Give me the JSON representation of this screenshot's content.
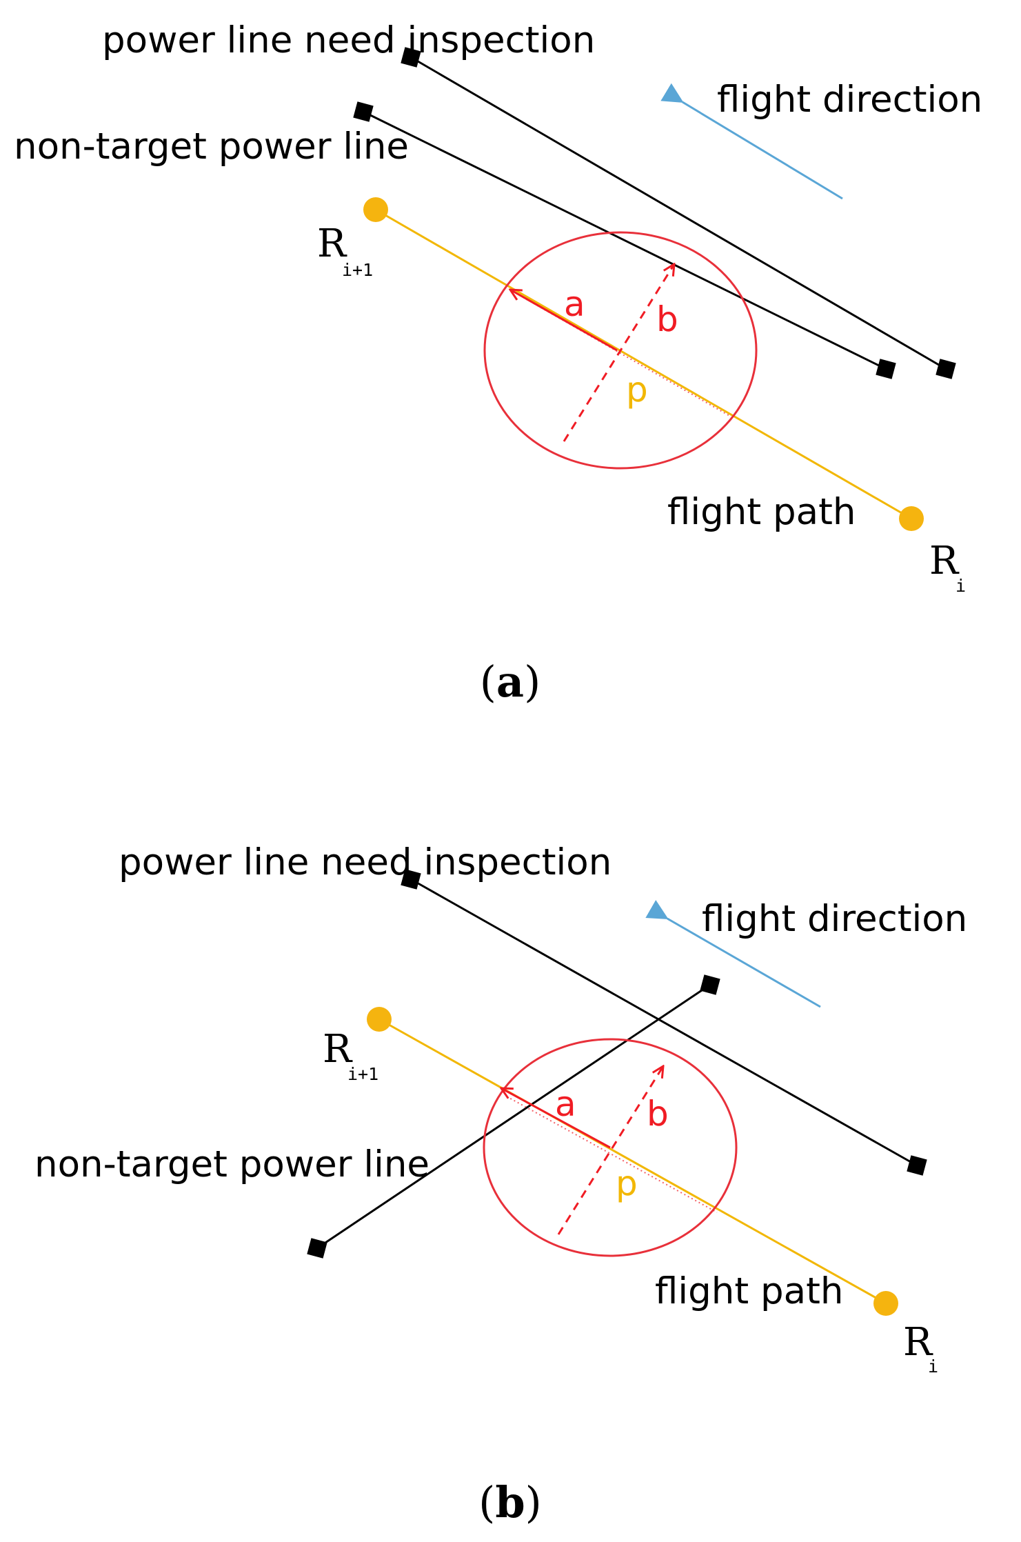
{
  "colors": {
    "power_line": "#000000",
    "flight_path": "#f2b705",
    "waypoint": "#f5b40f",
    "circle": "#e8303a",
    "vectors": "#f01c24",
    "point_p": "#f2b705",
    "direction_arrow": "#5aa6d6"
  },
  "panel_a": {
    "label_target": "power line need inspection",
    "label_nontarget": "non-target power line",
    "label_direction": "flight direction",
    "label_path": "flight path",
    "wp_start_base": "R",
    "wp_start_sub": "i+1",
    "wp_end_base": "R",
    "wp_end_sub": "i",
    "vec_a": "a",
    "vec_b": "b",
    "point_p": "p",
    "caption_open": "(",
    "caption_letter": "a",
    "caption_close": ")"
  },
  "panel_b": {
    "label_target": "power line need inspection",
    "label_nontarget": "non-target power line",
    "label_direction": "flight direction",
    "label_path": "flight path",
    "wp_start_base": "R",
    "wp_start_sub": "i+1",
    "wp_end_base": "R",
    "wp_end_sub": "i",
    "vec_a": "a",
    "vec_b": "b",
    "point_p": "p",
    "caption_open": "(",
    "caption_letter": "b",
    "caption_close": ")"
  }
}
